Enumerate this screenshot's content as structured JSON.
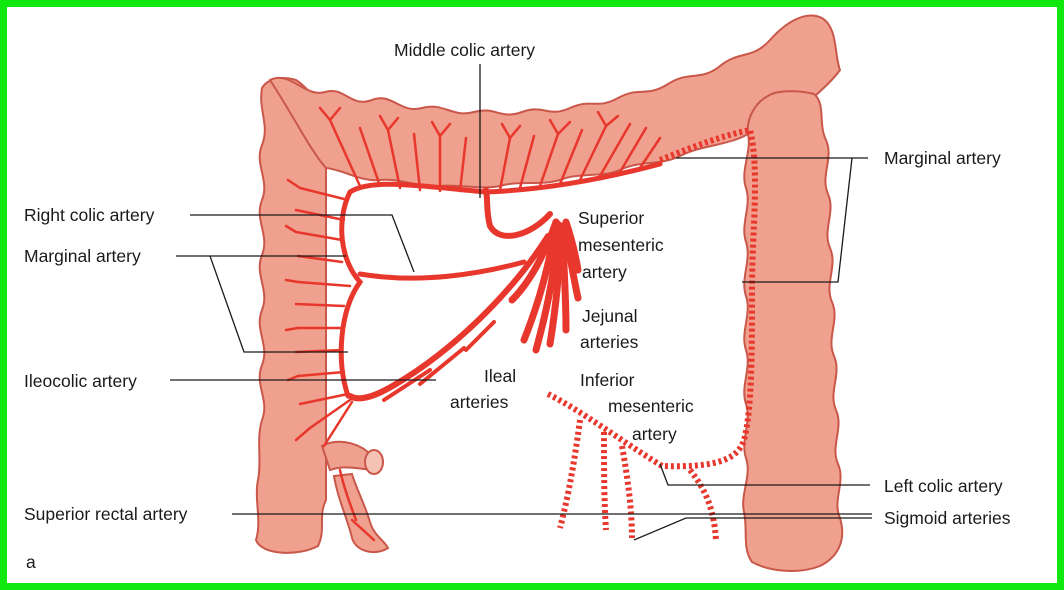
{
  "colors": {
    "frame": "#10e810",
    "colon_fill": "#ef9a86",
    "colon_outline": "#c9574a",
    "artery": "#e8372c",
    "leader_line": "#1a1a1a"
  },
  "labels": {
    "middle_colic": "Middle colic artery",
    "right_colic": "Right colic artery",
    "marginal_left": "Marginal artery",
    "ileocolic": "Ileocolic artery",
    "superior_rectal": "Superior rectal artery",
    "marginal_right": "Marginal artery",
    "left_colic": "Left colic artery",
    "sigmoid": "Sigmoid arteries",
    "sma": [
      "Superior",
      "mesenteric",
      "artery"
    ],
    "jejunal": [
      "Jejunal",
      "arteries"
    ],
    "ileal": [
      "Ileal",
      "arteries"
    ],
    "ima": [
      "Inferior",
      "mesenteric",
      "artery"
    ],
    "panel_letter": "a"
  }
}
